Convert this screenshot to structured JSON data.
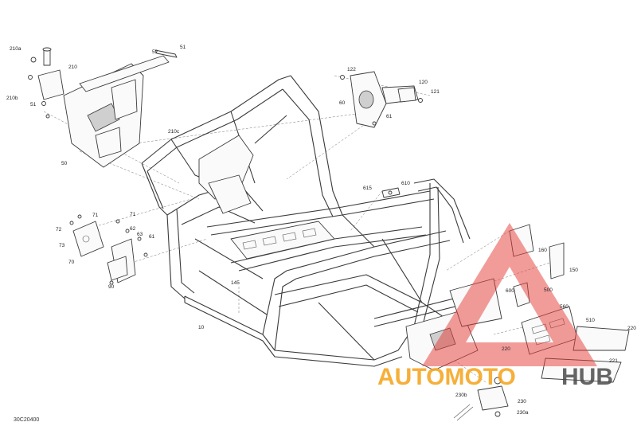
{
  "diagram": {
    "reference_code": "30C20400",
    "labels": [
      {
        "id": "p210a",
        "text": "210a"
      },
      {
        "id": "p210",
        "text": "210"
      },
      {
        "id": "p210b",
        "text": "210b"
      },
      {
        "id": "p51a",
        "text": "51"
      },
      {
        "id": "p52",
        "text": "52"
      },
      {
        "id": "p51b",
        "text": "51"
      },
      {
        "id": "p50",
        "text": "50"
      },
      {
        "id": "p210c",
        "text": "210c"
      },
      {
        "id": "p122",
        "text": "122"
      },
      {
        "id": "p120",
        "text": "120"
      },
      {
        "id": "p121",
        "text": "121"
      },
      {
        "id": "p60",
        "text": "60"
      },
      {
        "id": "p61a",
        "text": "61"
      },
      {
        "id": "p615",
        "text": "615"
      },
      {
        "id": "p610",
        "text": "610"
      },
      {
        "id": "p71a",
        "text": "71"
      },
      {
        "id": "p72",
        "text": "72"
      },
      {
        "id": "p73",
        "text": "73"
      },
      {
        "id": "p70",
        "text": "70"
      },
      {
        "id": "p71b",
        "text": "71"
      },
      {
        "id": "p62",
        "text": "62"
      },
      {
        "id": "p63",
        "text": "63"
      },
      {
        "id": "p61b",
        "text": "61"
      },
      {
        "id": "p90",
        "text": "90"
      },
      {
        "id": "p145",
        "text": "145"
      },
      {
        "id": "p10",
        "text": "10"
      },
      {
        "id": "p160",
        "text": "160"
      },
      {
        "id": "p150",
        "text": "150"
      },
      {
        "id": "p600",
        "text": "600"
      },
      {
        "id": "p500",
        "text": "500"
      },
      {
        "id": "p560",
        "text": "560"
      },
      {
        "id": "p510",
        "text": "510"
      },
      {
        "id": "p220a",
        "text": "220"
      },
      {
        "id": "p220b",
        "text": "220"
      },
      {
        "id": "p221",
        "text": "221"
      },
      {
        "id": "p230b",
        "text": "230b"
      },
      {
        "id": "p230",
        "text": "230"
      },
      {
        "id": "p230a",
        "text": "230a"
      }
    ]
  },
  "watermark": {
    "text_colored": "AUTOMOTO",
    "text_dark": "HUB",
    "accent_color": "#f5a623",
    "triangle_color": "#e53935"
  }
}
